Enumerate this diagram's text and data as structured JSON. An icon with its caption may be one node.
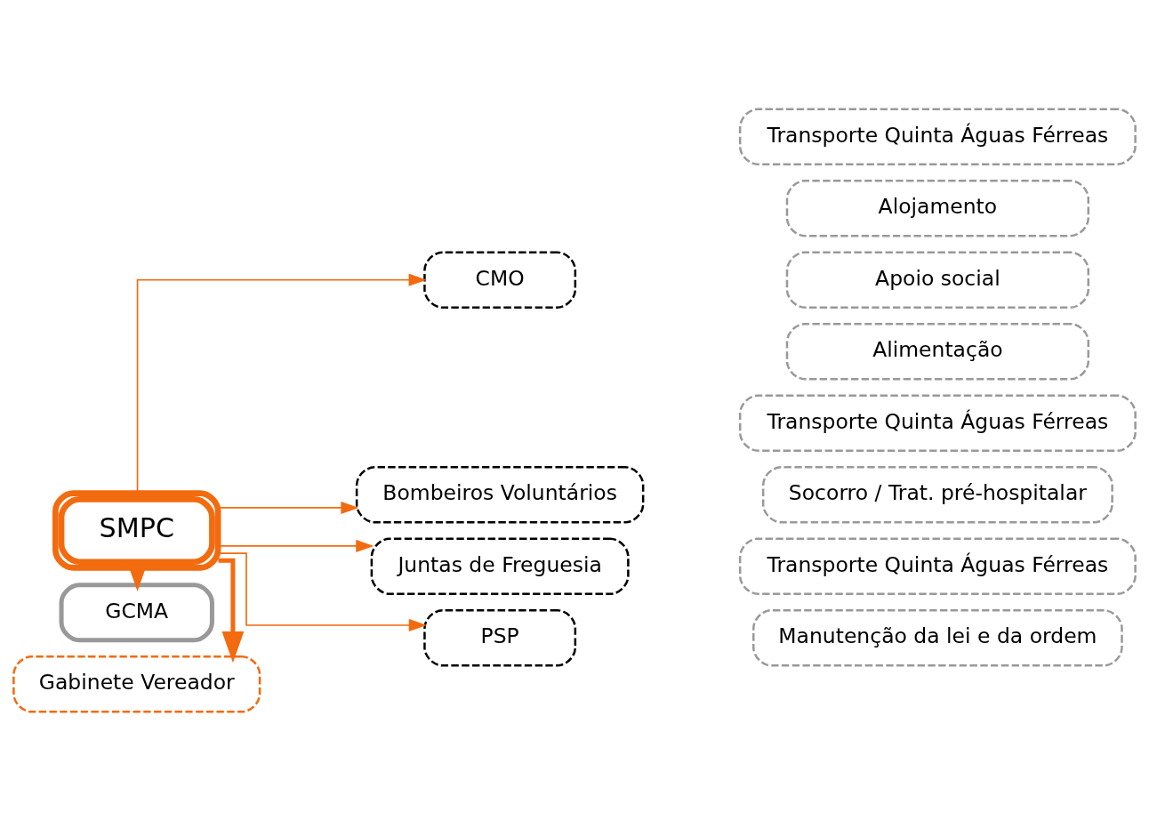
{
  "diagram": {
    "nodes": [
      {
        "text": [
          "Gabinete Vereador"
        ]
      },
      {
        "text": [
          "SMPC"
        ]
      },
      {
        "text": [
          "GCMA"
        ]
      },
      {
        "text": [
          "CMO"
        ]
      },
      {
        "text": [
          "Transporte Quinta Águas Férreas"
        ]
      },
      {
        "text": [
          "Alojamento"
        ]
      },
      {
        "text": [
          "Apoio social"
        ]
      },
      {
        "text": [
          "Alimentação"
        ]
      },
      {
        "text": [
          "Bombeiros Voluntários"
        ]
      },
      {
        "text": [
          "Transporte Quinta Águas Férreas"
        ]
      },
      {
        "text": [
          "Socorro / Trat. pré-hospitalar"
        ]
      },
      {
        "text": [
          "Juntas de Freguesia"
        ]
      },
      {
        "text": [
          "Transporte Quinta Águas Férreas"
        ]
      },
      {
        "text": [
          "PSP"
        ]
      },
      {
        "text": [
          "Manutenção da lei e da ordem"
        ]
      }
    ],
    "edges": [
      {
        "from": 1,
        "to": 0,
        "arrow": "to",
        "style": "thick"
      },
      {
        "from": 1,
        "to": 2,
        "arrow": "to",
        "style": "thick"
      },
      {
        "from": 1,
        "to": 3,
        "arrow": "to"
      },
      {
        "from": 1,
        "to": 8,
        "arrow": "to"
      },
      {
        "from": 1,
        "to": 11,
        "arrow": "to"
      },
      {
        "from": 1,
        "to": 13,
        "arrow": "to"
      }
    ]
  }
}
